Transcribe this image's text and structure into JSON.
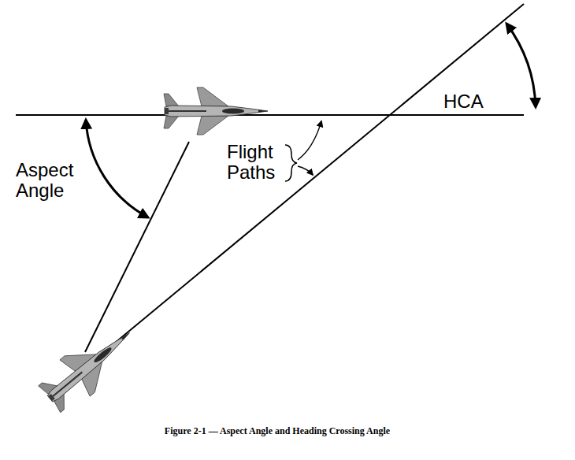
{
  "diagram": {
    "caption": "Figure 2-1 — Aspect Angle and Heading Crossing Angle",
    "labels": [
      "Aspect Angle",
      "Flight Paths",
      "HCA"
    ]
  }
}
